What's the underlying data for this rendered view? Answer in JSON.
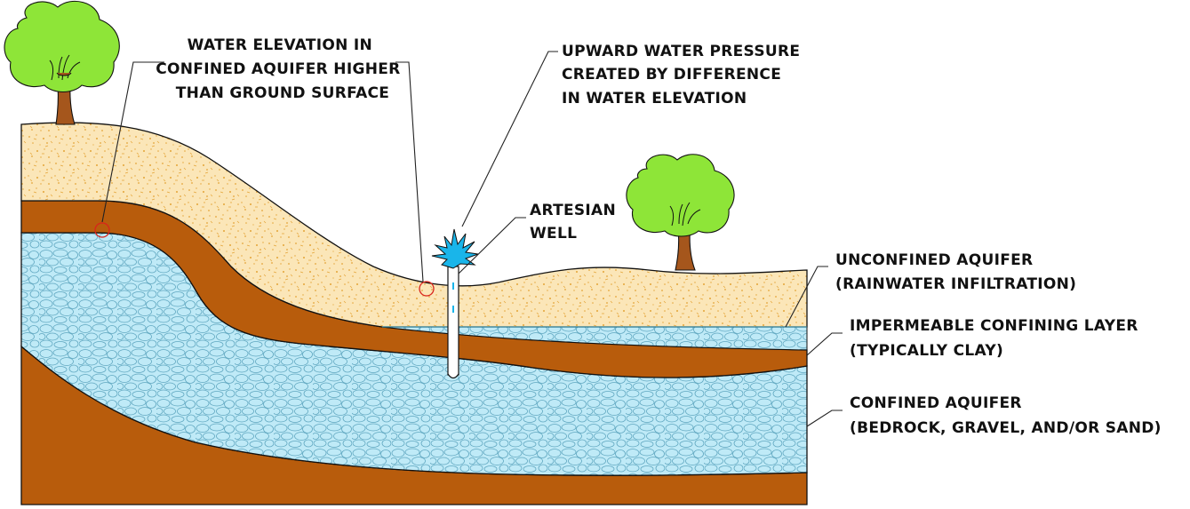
{
  "colors": {
    "sand": "#fbe6b8",
    "sand_dot": "#e4a437",
    "clay": "#b85c0c",
    "aquifer": "#bfeaf7",
    "pebble": "#5fa7c0",
    "water_jet": "#19b5ea",
    "tree_foliage": "#8ee538",
    "tree_trunk": "#a5561c",
    "marker": "#d9241c"
  },
  "labels": {
    "water_elevation": [
      "WATER ELEVATION IN",
      "CONFINED AQUIFER HIGHER",
      "THAN GROUND SURFACE"
    ],
    "upward_pressure": [
      "UPWARD WATER PRESSURE",
      "CREATED BY DIFFERENCE",
      "IN WATER ELEVATION"
    ],
    "artesian_well": [
      "ARTESIAN",
      "WELL"
    ],
    "unconfined_aquifer": [
      "UNCONFINED AQUIFER",
      "(RAINWATER INFILTRATION)"
    ],
    "confining_layer": [
      "IMPERMEABLE CONFINING LAYER",
      "(TYPICALLY CLAY)"
    ],
    "confined_aquifer": [
      "CONFINED AQUIFER",
      "(BEDROCK, GRAVEL, AND/OR SAND)"
    ]
  },
  "icons": [
    "tree-icon",
    "water-spray-icon",
    "marker-circle-icon"
  ]
}
